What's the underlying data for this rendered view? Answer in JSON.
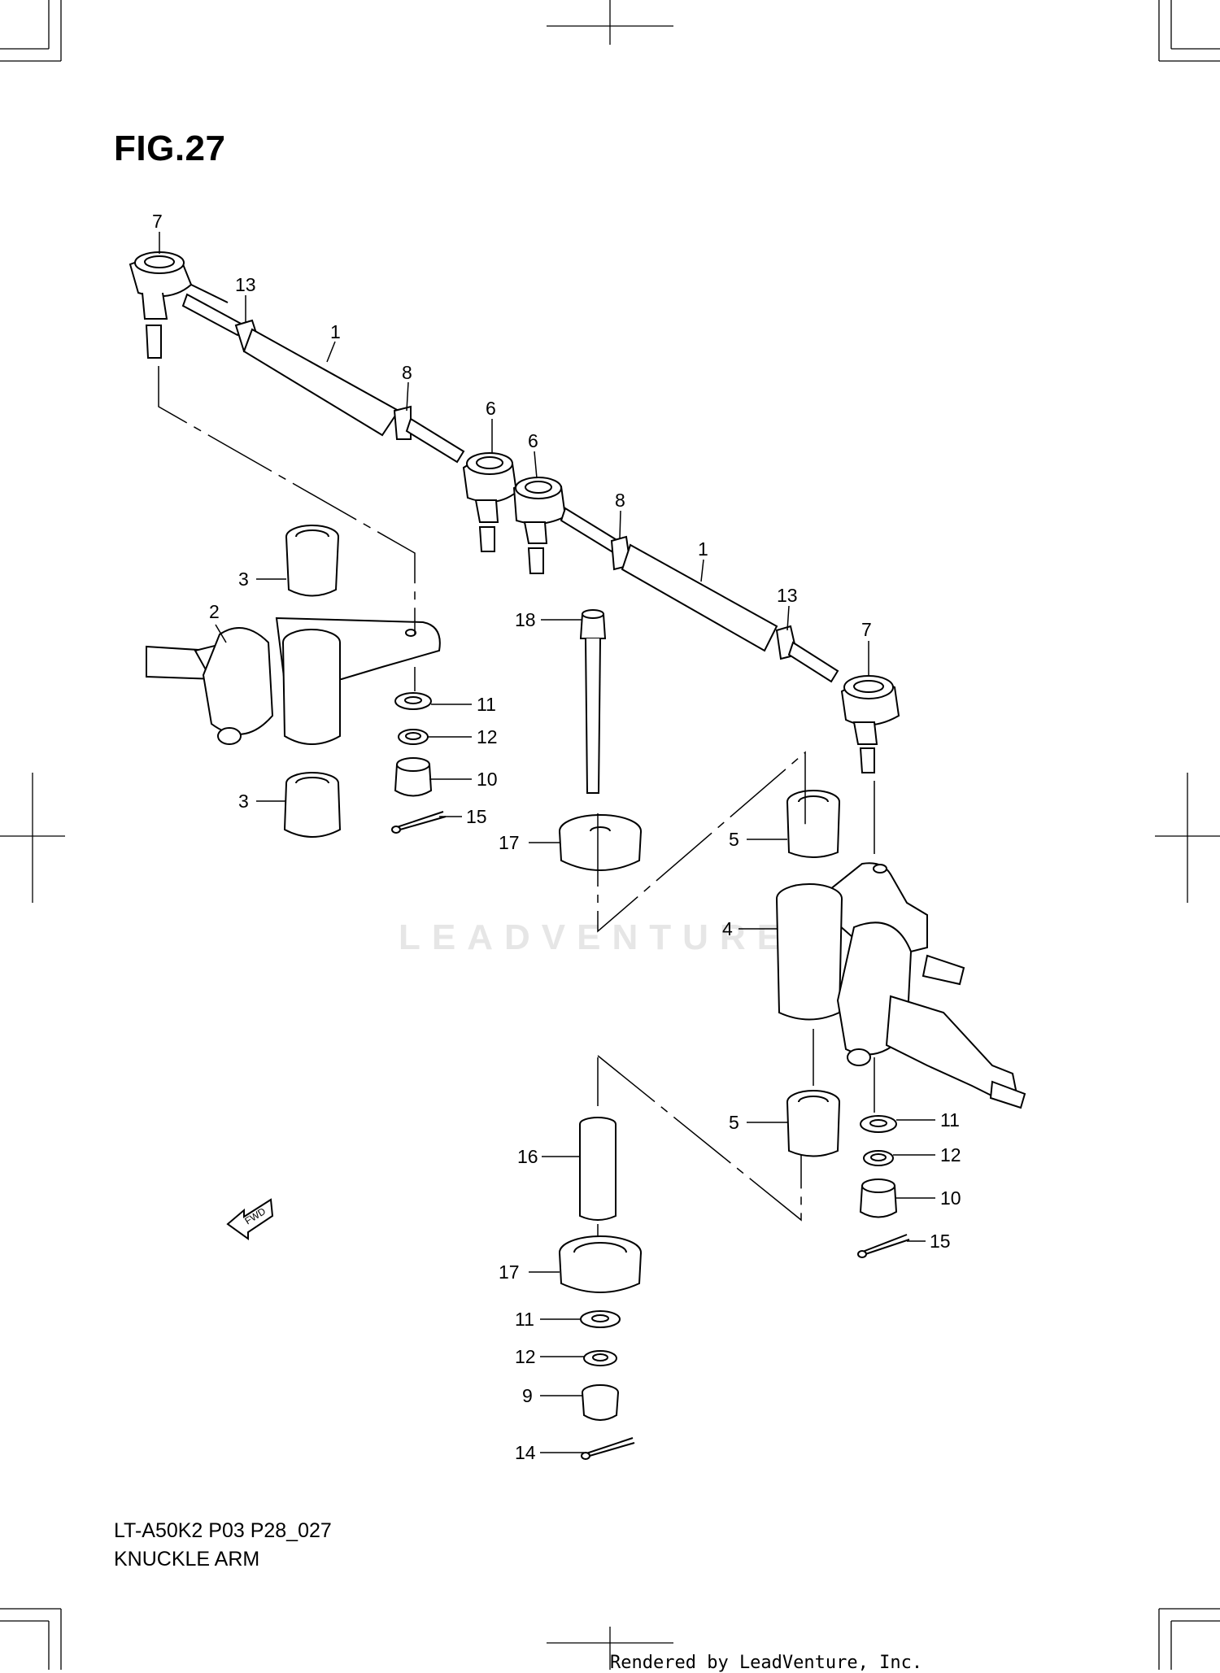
{
  "figure": {
    "title": "FIG.27",
    "model_code": "LT-A50K2 P03 P28_027",
    "name": "KNUCKLE ARM"
  },
  "footer": {
    "rendered_by": "Rendered by LeadVenture, Inc."
  },
  "watermark": {
    "text": "LEADVENTURE"
  },
  "fwd_label": "FWD",
  "callouts": [
    {
      "id": "c1a",
      "label": "7"
    },
    {
      "id": "c1b",
      "label": "13"
    },
    {
      "id": "c1c",
      "label": "1"
    },
    {
      "id": "c1d",
      "label": "8"
    },
    {
      "id": "c1e",
      "label": "6"
    },
    {
      "id": "c1f",
      "label": "6"
    },
    {
      "id": "c1g",
      "label": "8"
    },
    {
      "id": "c1h",
      "label": "1"
    },
    {
      "id": "c1i",
      "label": "13"
    },
    {
      "id": "c1j",
      "label": "7"
    },
    {
      "id": "c2a",
      "label": "3"
    },
    {
      "id": "c2b",
      "label": "2"
    },
    {
      "id": "c2c",
      "label": "3"
    },
    {
      "id": "c2d",
      "label": "11"
    },
    {
      "id": "c2e",
      "label": "12"
    },
    {
      "id": "c2f",
      "label": "10"
    },
    {
      "id": "c2g",
      "label": "15"
    },
    {
      "id": "c3a",
      "label": "18"
    },
    {
      "id": "c3b",
      "label": "17"
    },
    {
      "id": "c3c",
      "label": "5"
    },
    {
      "id": "c3d",
      "label": "4"
    },
    {
      "id": "c3e",
      "label": "5"
    },
    {
      "id": "c3f",
      "label": "11"
    },
    {
      "id": "c3g",
      "label": "12"
    },
    {
      "id": "c3h",
      "label": "10"
    },
    {
      "id": "c3i",
      "label": "15"
    },
    {
      "id": "c4a",
      "label": "16"
    },
    {
      "id": "c4b",
      "label": "17"
    },
    {
      "id": "c4c",
      "label": "11"
    },
    {
      "id": "c4d",
      "label": "12"
    },
    {
      "id": "c4e",
      "label": "9"
    },
    {
      "id": "c4f",
      "label": "14"
    }
  ]
}
